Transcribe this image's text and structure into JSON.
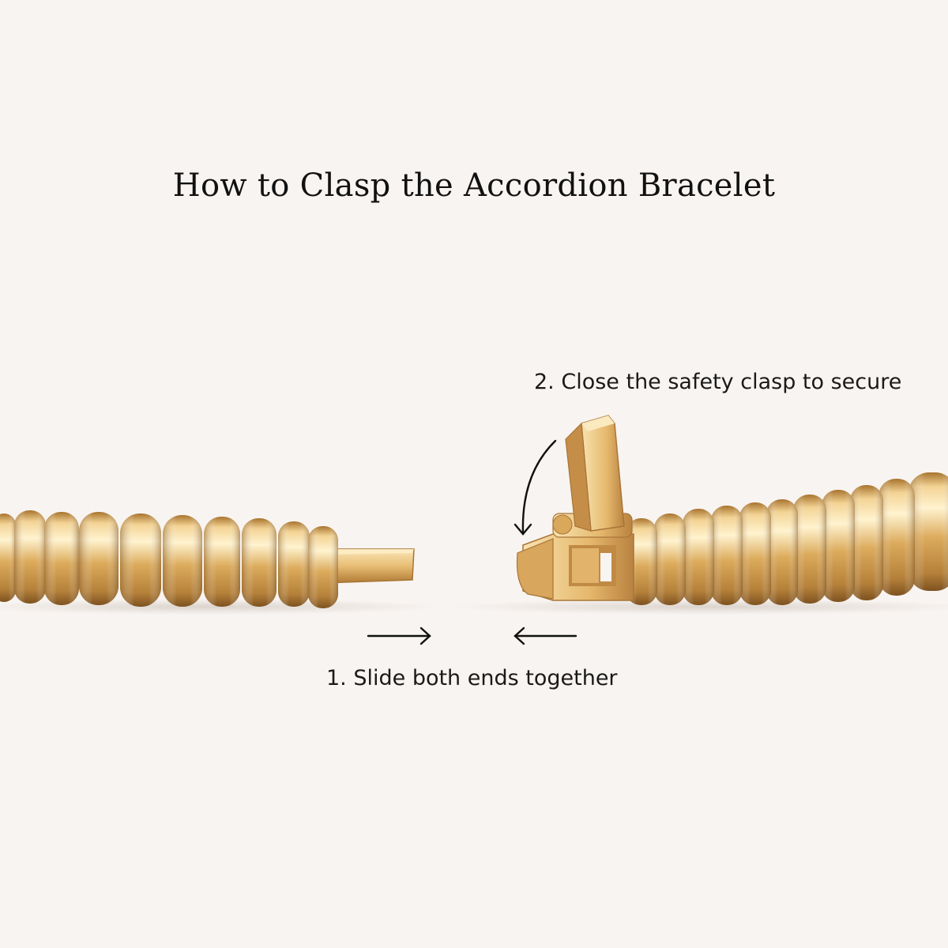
{
  "title": "How to Clasp the Accordion Bracelet",
  "steps": [
    {
      "label": "1. Slide both ends together"
    },
    {
      "label": "2. Close the safety clasp to secure"
    }
  ],
  "colors": {
    "background": "#f8f4f1",
    "gold_light": "#f6dca4",
    "gold_mid": "#d9a85a",
    "gold_dark": "#8e5e22",
    "text": "#111111"
  },
  "icons": [
    "arrow-right-icon",
    "arrow-left-icon",
    "curved-arrow-down-icon"
  ]
}
